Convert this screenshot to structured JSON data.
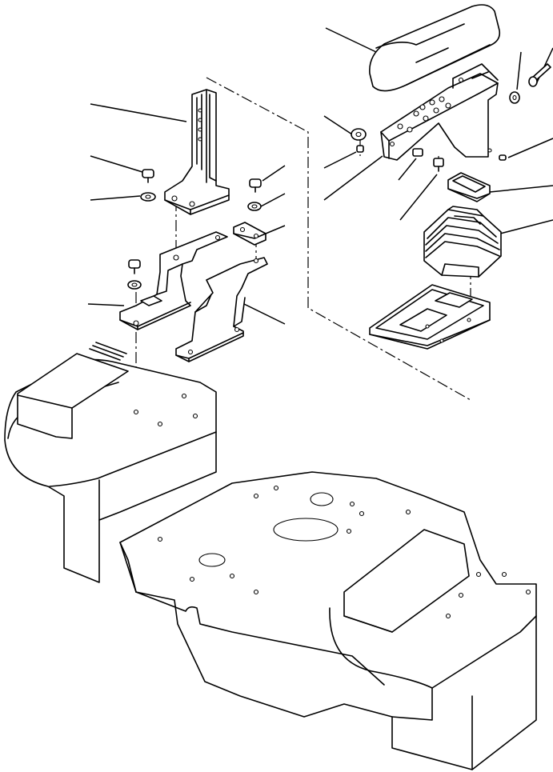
{
  "diagram": {
    "kind": "exploded-parts-view",
    "line_color": "#000000",
    "background_color": "#ffffff",
    "components": [
      "console-bracket",
      "mounting-bolt",
      "washer",
      "support-bracket",
      "spacer-plate",
      "armrest",
      "lever-box",
      "boot-frame",
      "rubber-boot",
      "console-cover",
      "seat-base"
    ]
  }
}
